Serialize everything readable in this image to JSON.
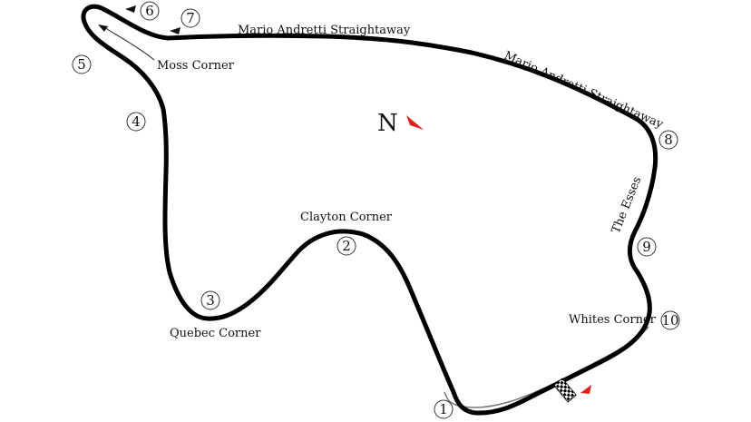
{
  "colors": {
    "track": "#000000",
    "pitlane": "#777777",
    "north_arrow": "#e0201b",
    "start_arrow": "#e0201b"
  },
  "north_label": "N",
  "corner_names": {
    "moss": "Moss Corner",
    "andretti_top": "Mario Andretti Straightaway",
    "andretti_diag": "Mario Andretti Straightaway",
    "esses": "The Esses",
    "whites": "Whites Corner",
    "clayton": "Clayton Corner",
    "quebec": "Quebec Corner"
  },
  "turn_numbers": [
    "1",
    "2",
    "3",
    "4",
    "5",
    "6",
    "7",
    "8",
    "9",
    "10"
  ],
  "icons": {
    "finish_line": "checkered-flag-icon",
    "start_direction": "red-triangle-arrow-icon",
    "north": "north-arrow-icon"
  }
}
